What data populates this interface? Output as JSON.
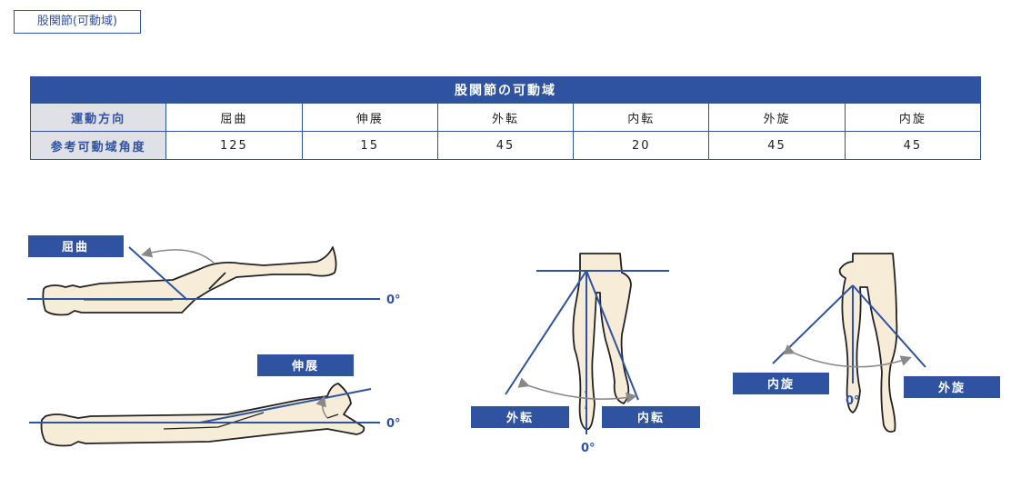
{
  "title": "股関節(可動域)",
  "table": {
    "header": "股関節の可動域",
    "row1_label": "運動方向",
    "row2_label": "参考可動域角度",
    "directions": [
      "屈曲",
      "伸展",
      "外転",
      "内転",
      "外旋",
      "内旋"
    ],
    "angles": [
      "125",
      "15",
      "45",
      "20",
      "45",
      "45"
    ]
  },
  "figures": {
    "flexion_label": "屈曲",
    "extension_label": "伸展",
    "abduction_label": "外転",
    "adduction_label": "内転",
    "internal_rotation_label": "内旋",
    "external_rotation_label": "外旋",
    "zero": "0°"
  },
  "colors": {
    "accent": "#2f53a0",
    "skin": "#f7ecd7",
    "outline": "#222222",
    "arrow": "#888888"
  }
}
